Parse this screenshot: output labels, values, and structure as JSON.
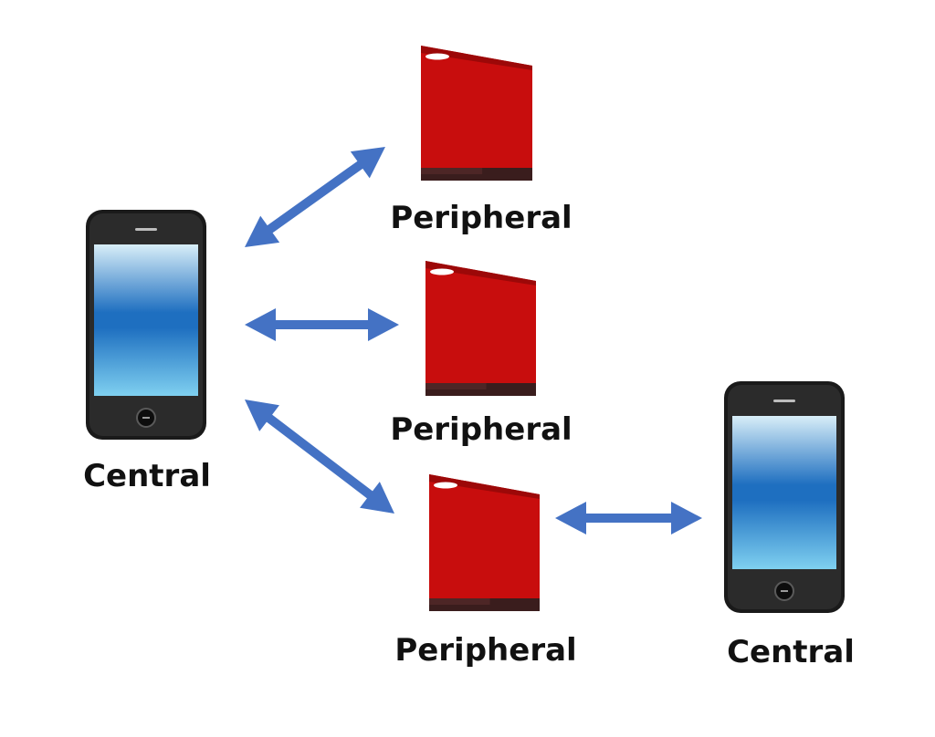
{
  "nodes": [
    {
      "id": "central-1",
      "kind": "central",
      "label": "Central"
    },
    {
      "id": "peripheral-1",
      "kind": "peripheral",
      "label": "Peripheral"
    },
    {
      "id": "peripheral-2",
      "kind": "peripheral",
      "label": "Peripheral"
    },
    {
      "id": "peripheral-3",
      "kind": "peripheral",
      "label": "Peripheral"
    },
    {
      "id": "central-2",
      "kind": "central",
      "label": "Central"
    }
  ],
  "links": [
    {
      "from": "central-1",
      "to": "peripheral-1",
      "bidirectional": true
    },
    {
      "from": "central-1",
      "to": "peripheral-2",
      "bidirectional": true
    },
    {
      "from": "central-1",
      "to": "peripheral-3",
      "bidirectional": true
    },
    {
      "from": "peripheral-3",
      "to": "central-2",
      "bidirectional": true
    }
  ],
  "colors": {
    "arrow": "#4472c4",
    "peripheral_body": "#c80d0d",
    "peripheral_band": "#3a1d1d",
    "phone_body": "#1a1a1a",
    "screen_top": "#d8eef8",
    "screen_mid": "#1e6fc0",
    "screen_bottom": "#7fd0f0"
  }
}
